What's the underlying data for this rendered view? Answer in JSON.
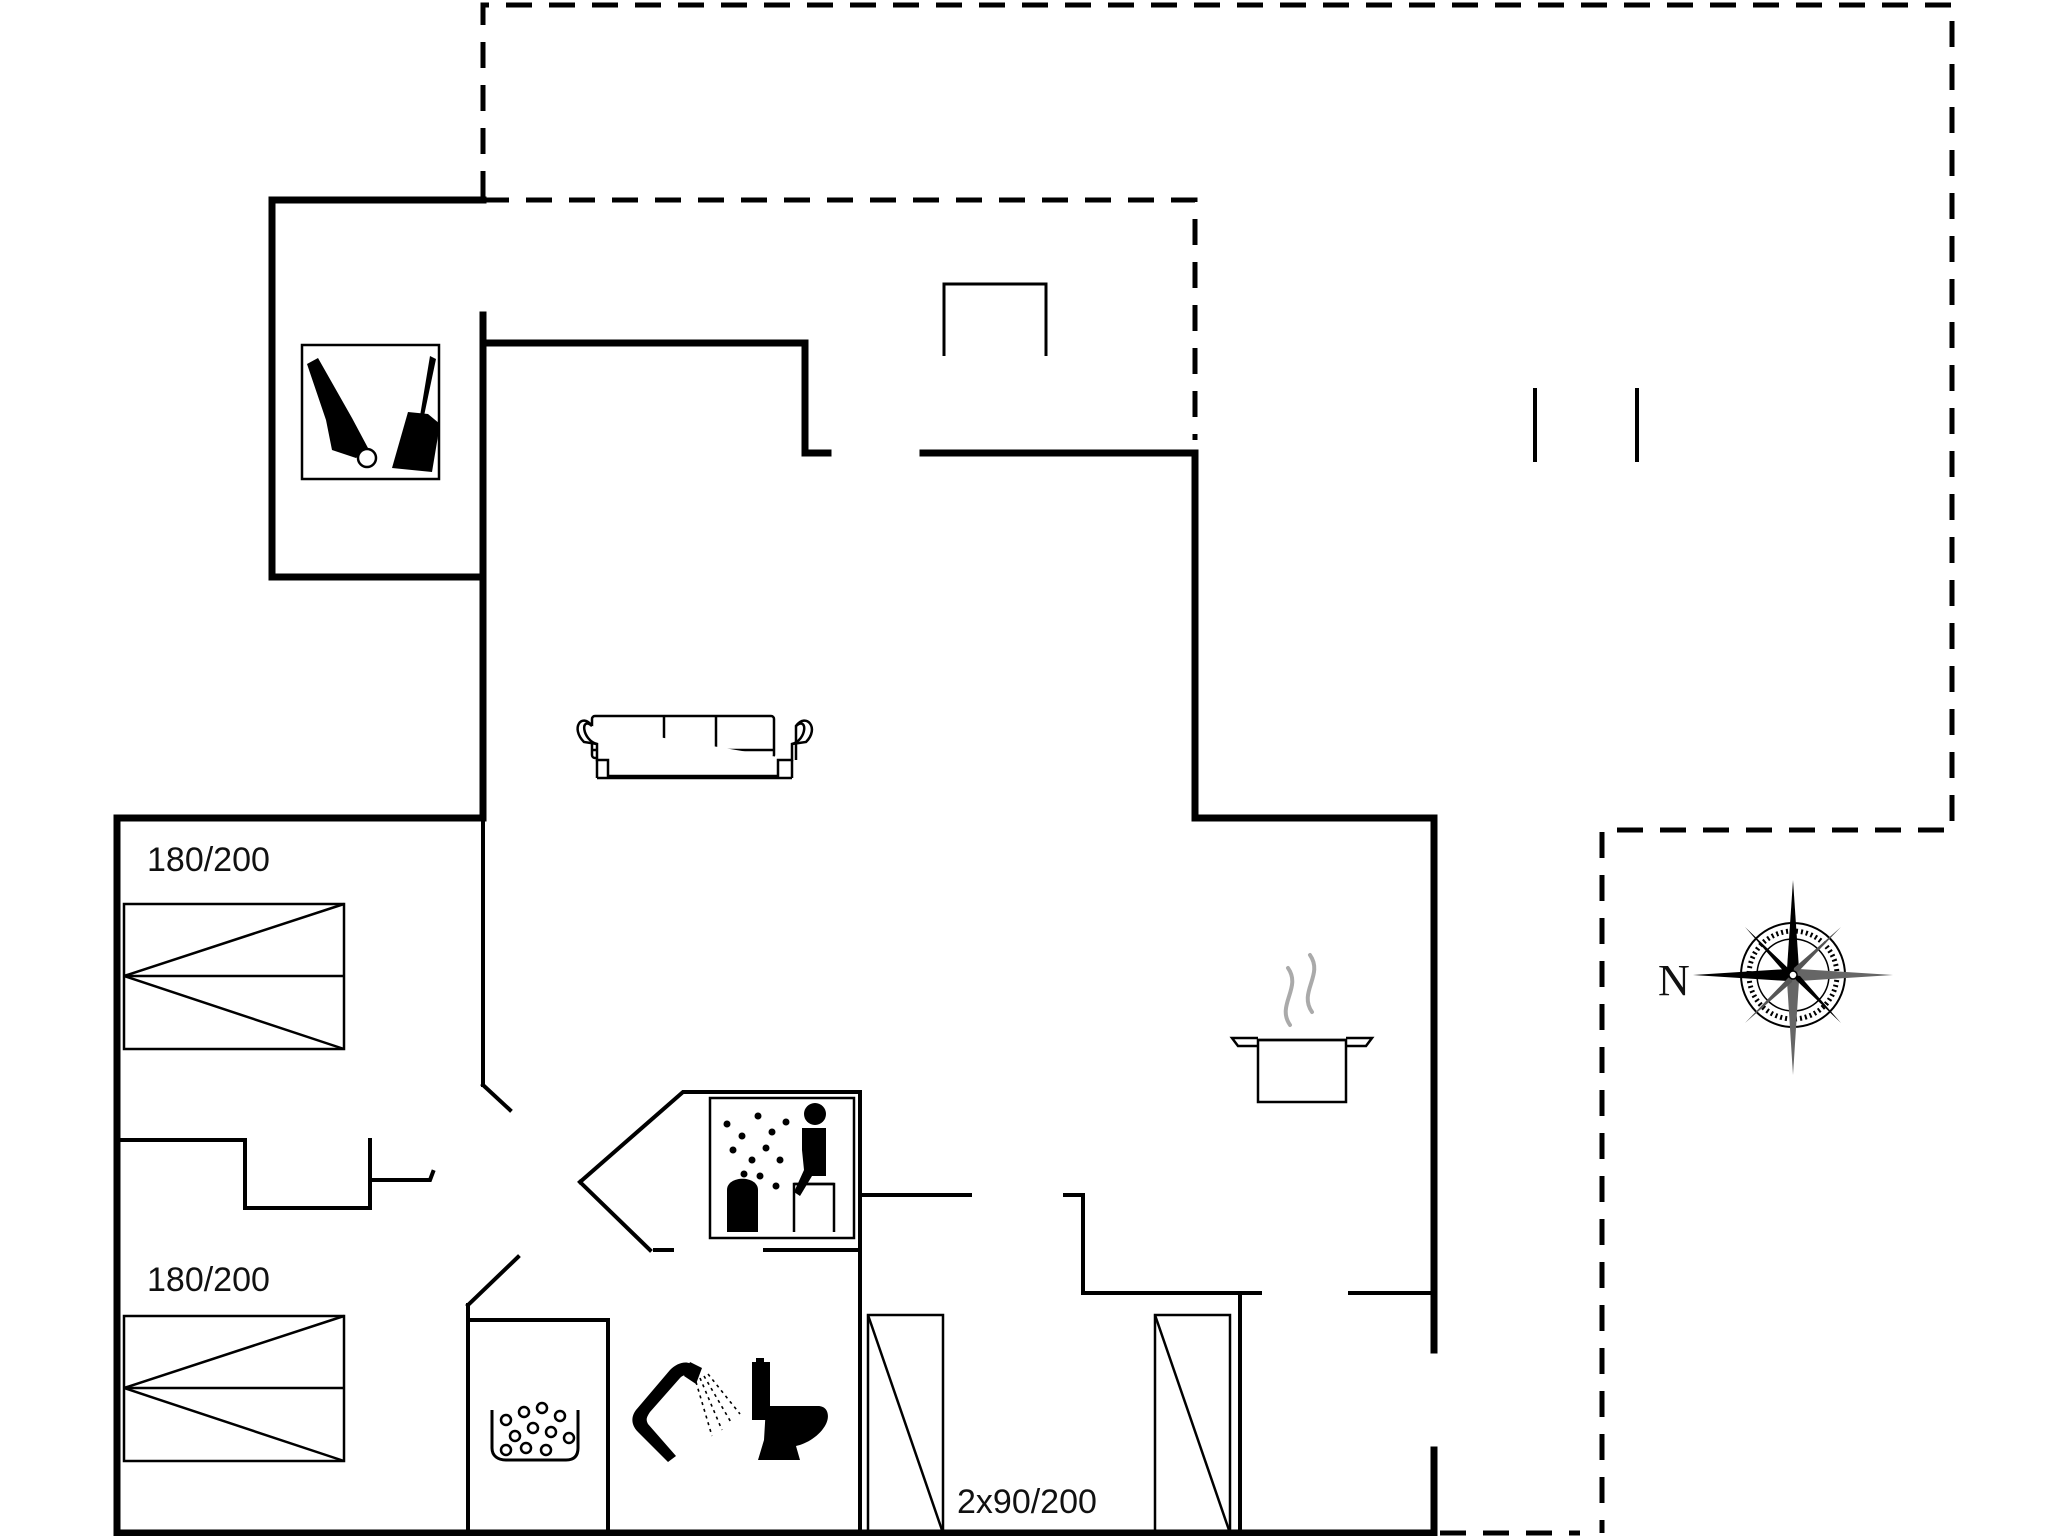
{
  "plan": {
    "bedroom_top_label": "180/200",
    "bedroom_bottom_label": "180/200",
    "bottom_room_label": "2x90/200",
    "north_label": "N"
  },
  "icons": [
    "storage-tools-icon",
    "sofa-icon",
    "cooking-pot-icon",
    "sauna-icon",
    "whirlpool-bath-icon",
    "shower-icon",
    "toilet-icon",
    "compass-rose-icon"
  ]
}
